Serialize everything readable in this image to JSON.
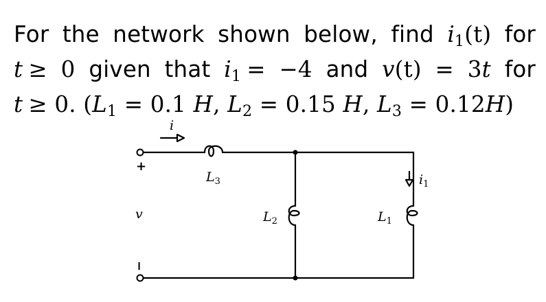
{
  "problem": {
    "line1_text": "For the network shown below, find ",
    "line1_var": "i",
    "line1_sub": "1",
    "line1_arg": "(t)",
    "line1_tail": " for",
    "line2_t": "t",
    "line2_cond": "≥ 0",
    "line2_given": " given that ",
    "line2_var": "i",
    "line2_sub": "1",
    "line2_eq": "= −4",
    "line2_and": " and ",
    "line2_v": "v",
    "line2_vt": "(t) = 3",
    "line2_t2": "t",
    "line2_for": " for",
    "line3_t": "t",
    "line3_cond": "≥ 0. (",
    "line3_L1": "L",
    "line3_L1sub": "1",
    "line3_L1val": " = 0.1 ",
    "line3_H1": "H",
    "line3_sep1": ", ",
    "line3_L2": "L",
    "line3_L2sub": "2",
    "line3_L2val": " = 0.15 ",
    "line3_H2": "H",
    "line3_sep2": ", ",
    "line3_L3": "L",
    "line3_L3sub": "3",
    "line3_L3val": " = 0.12",
    "line3_H3": "H",
    "line3_close": ")"
  },
  "circuit": {
    "current_label": "i",
    "plus_label": "+",
    "voltage_label": "v",
    "minus_label": "−",
    "L3": {
      "name": "L",
      "sub": "3"
    },
    "L2": {
      "name": "L",
      "sub": "2"
    },
    "L1": {
      "name": "L",
      "sub": "1"
    },
    "i1": {
      "name": "i",
      "sub": "1"
    }
  }
}
